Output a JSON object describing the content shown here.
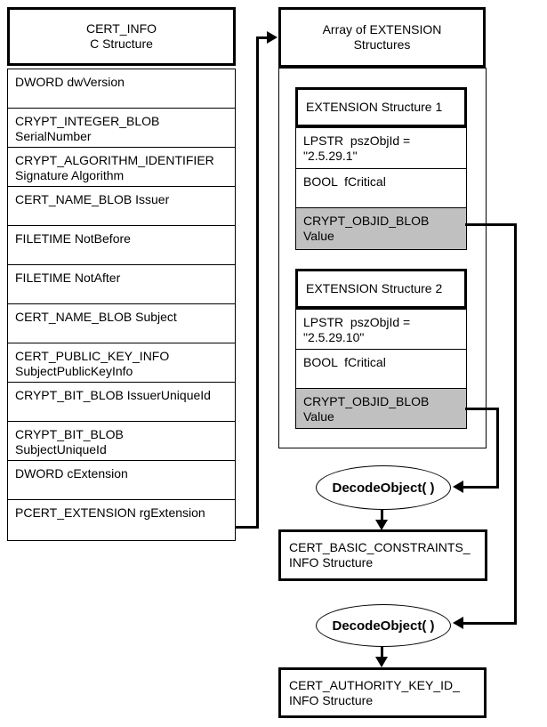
{
  "diagram": {
    "cert_info_table": {
      "title": "CERT_INFO\nC Structure",
      "rows": [
        {
          "text": "DWORD dwVersion"
        },
        {
          "text": "CRYPT_INTEGER_BLOB\nSerialNumber"
        },
        {
          "text": "CRYPT_ALGORITHM_IDENTIFIER\nSignature Algorithm"
        },
        {
          "text": "CERT_NAME_BLOB Issuer"
        },
        {
          "text": "FILETIME NotBefore"
        },
        {
          "text": "FILETIME NotAfter"
        },
        {
          "text": "CERT_NAME_BLOB Subject"
        },
        {
          "text": "CERT_PUBLIC_KEY_INFO\nSubjectPublicKeyInfo"
        },
        {
          "text": "CRYPT_BIT_BLOB IssuerUniqueId"
        },
        {
          "text": "CRYPT_BIT_BLOB\nSubjectUniqueId"
        },
        {
          "text": "DWORD cExtension"
        },
        {
          "text": "PCERT_EXTENSION rgExtension"
        }
      ]
    },
    "extension_array": {
      "title": "Array of EXTENSION\nStructures",
      "structures": [
        {
          "title": "EXTENSION Structure 1",
          "rows": [
            {
              "text": "LPSTR  pszObjId =\n\"2.5.29.1\"",
              "shaded": false
            },
            {
              "text": "BOOL  fCritical",
              "shaded": false
            },
            {
              "text": "CRYPT_OBJID_BLOB\nValue",
              "shaded": true
            }
          ]
        },
        {
          "title": "EXTENSION Structure 2",
          "rows": [
            {
              "text": "LPSTR  pszObjId =\n\"2.5.29.10\"",
              "shaded": false
            },
            {
              "text": "BOOL  fCritical",
              "shaded": false
            },
            {
              "text": "CRYPT_OBJID_BLOB\nValue",
              "shaded": true
            }
          ]
        }
      ]
    },
    "decode_object_1": "DecodeObject( )",
    "decode_object_2": "DecodeObject( )",
    "basic_constraints_box": "CERT_BASIC_CONSTRAINTS_\nINFO Structure",
    "authority_key_box": "CERT_AUTHORITY_KEY_ID_\nINFO Structure",
    "colors": {
      "shaded_row": "#c0c0c0",
      "line": "#000000",
      "background": "#ffffff"
    }
  }
}
